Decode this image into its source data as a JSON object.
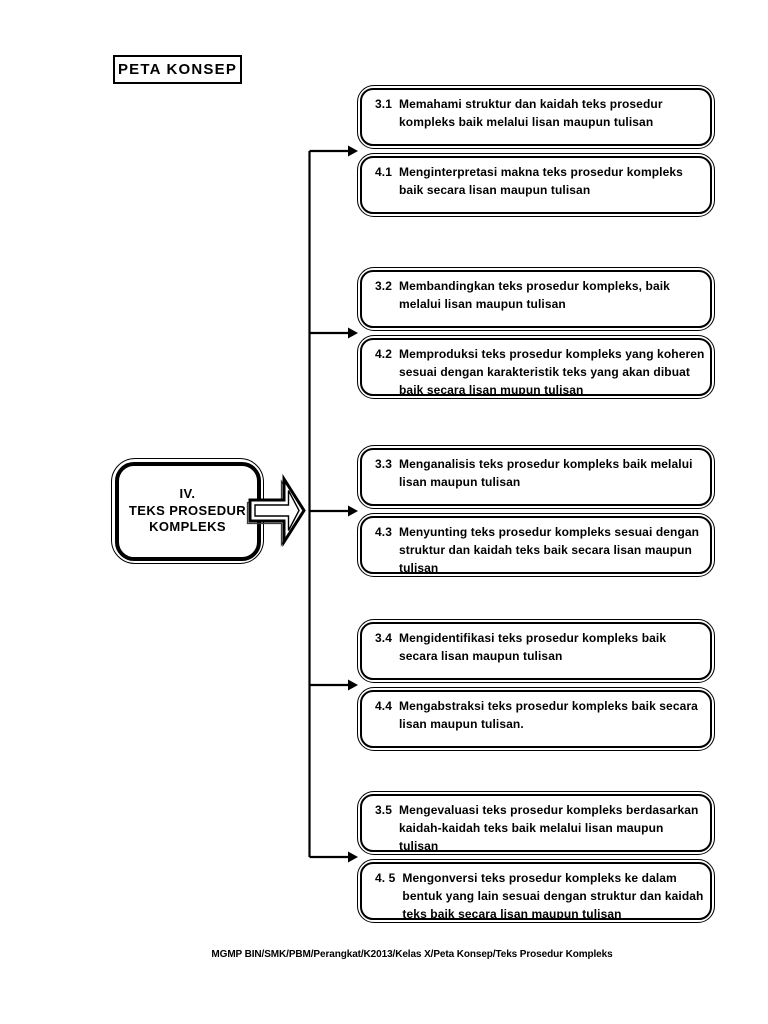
{
  "header": {
    "title": "PETA KONSEP"
  },
  "root_node": {
    "lines": [
      "IV.",
      "TEKS PROSEDUR",
      "KOMPLEKS"
    ]
  },
  "nodes": [
    {
      "number": "3.1",
      "text": "Memahami struktur  dan kaidah teks prosedur kompleks baik melalui lisan maupun tulisan"
    },
    {
      "number": "4.1",
      "text": "Menginterpretasi makna teks prosedur kompleks baik secara lisan maupun tulisan"
    },
    {
      "number": "3.2",
      "text": "Membandingkan teks prosedur kompleks, baik melalui lisan maupun tulisan"
    },
    {
      "number": "4.2",
      "text": "Memproduksi teks prosedur kompleks yang koheren sesuai dengan karakteristik teks yang akan dibuat baik secara lisan mupun  tulisan"
    },
    {
      "number": "3.3",
      "text": "Menganalisis teks  prosedur kompleks baik melalui lisan maupun tulisan"
    },
    {
      "number": "4.3",
      "text": "Menyunting teks prosedur kompleks sesuai dengan struktur dan kaidah teks baik secara lisan maupun tulisan"
    },
    {
      "number": "3.4",
      "text": "Mengidentifikasi teks prosedur kompleks baik secara lisan maupun tulisan"
    },
    {
      "number": "4.4",
      "text": "Mengabstraksi teks prosedur kompleks baik secara lisan maupun tulisan."
    },
    {
      "number": "3.5",
      "text": "Mengevaluasi teks prosedur kompleks berdasarkan kaidah-kaidah teks baik melalui lisan maupun tulisan"
    },
    {
      "number": "4. 5",
      "text": "Mengonversi teks prosedur kompleks ke dalam bentuk yang lain sesuai dengan struktur dan kaidah teks baik secara lisan maupun tulisan"
    }
  ],
  "footer": {
    "text": "MGMP BIN/SMK/PBM/Perangkat/K2013/Kelas X/Peta Konsep/Teks Prosedur Kompleks"
  },
  "colors": {
    "ink": "#000000",
    "paper": "#ffffff"
  }
}
